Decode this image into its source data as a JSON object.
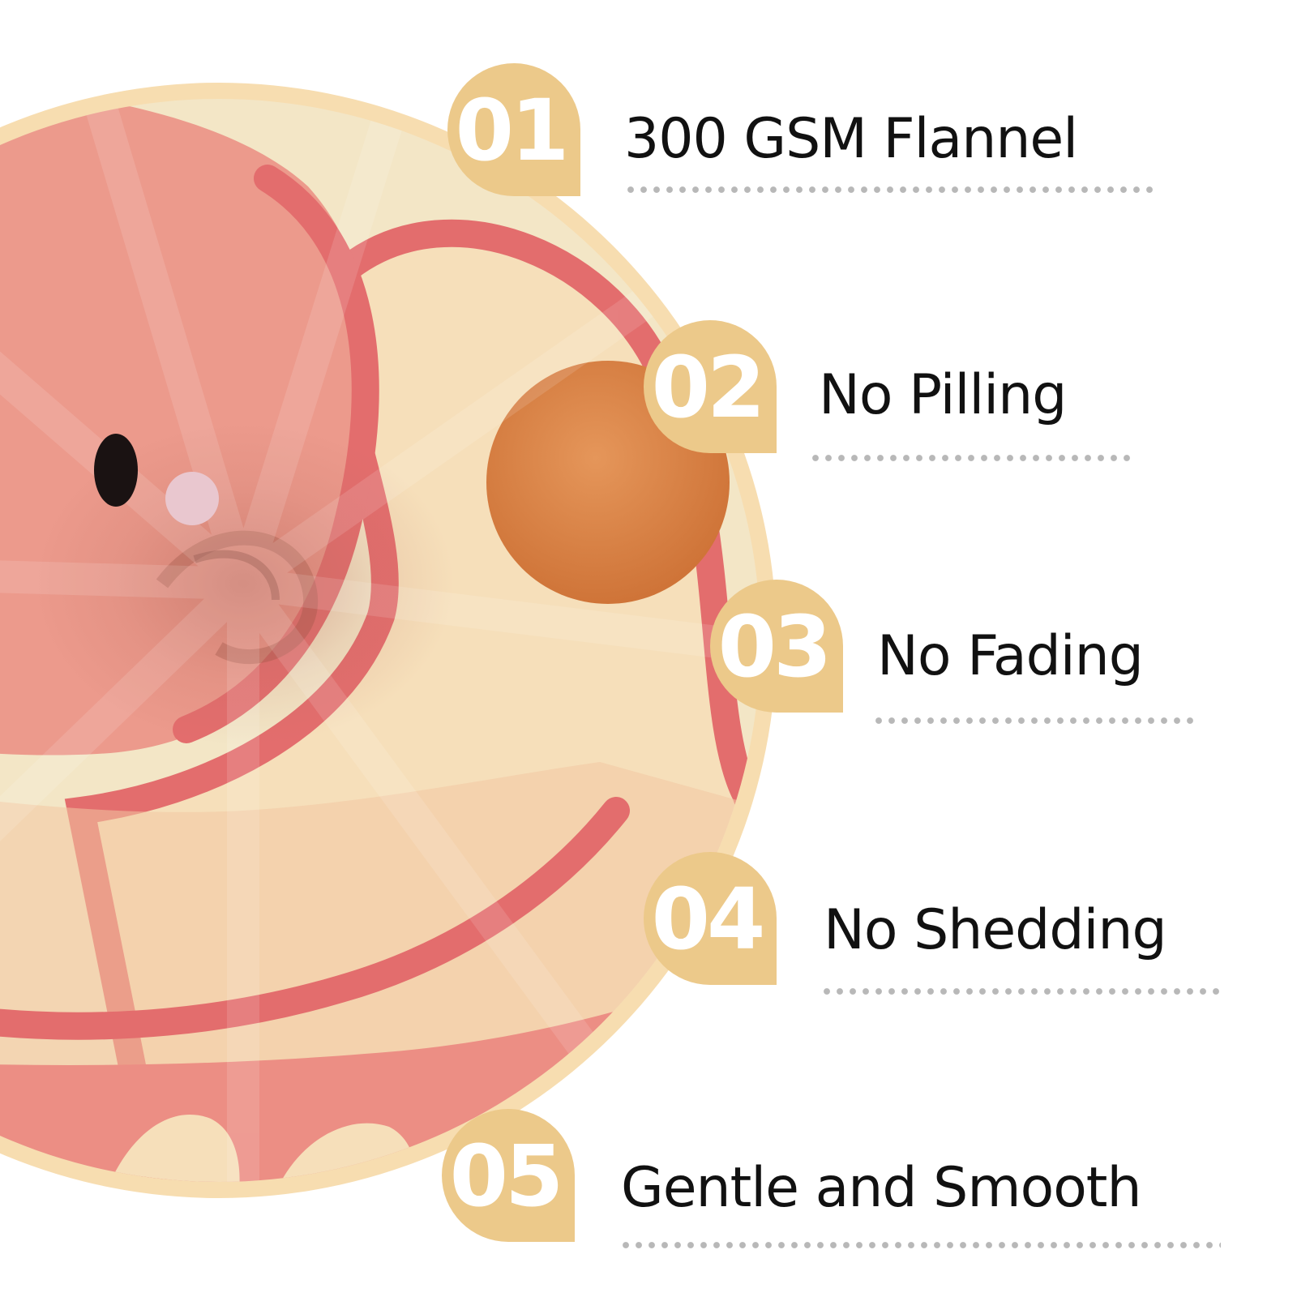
{
  "colors": {
    "badge": "#ecc98a",
    "badge_text": "#ffffff",
    "ring": "#f7ddb0",
    "fabric_pink": "#ec9a8c",
    "fabric_outline": "#e36d6d",
    "fabric_cream": "#f6dfba",
    "egg_yolk": "#dd8647",
    "label_text": "#111111",
    "dots": "#b8b8b8"
  },
  "features": [
    {
      "number": "01",
      "label": "300 GSM Flannel"
    },
    {
      "number": "02",
      "label": "No Pilling"
    },
    {
      "number": "03",
      "label": "No Fading"
    },
    {
      "number": "04",
      "label": "No Shedding"
    },
    {
      "number": "05",
      "label": "Gentle and Smooth"
    }
  ]
}
